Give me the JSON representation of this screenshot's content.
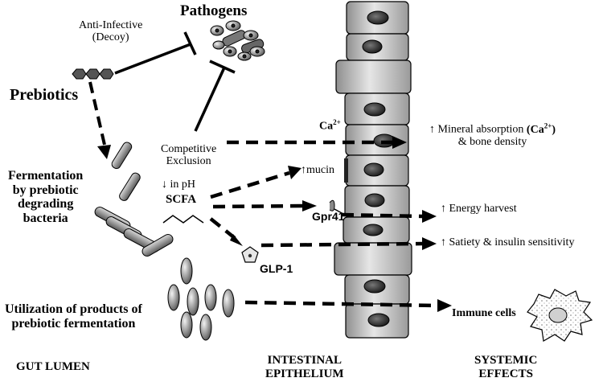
{
  "labels": {
    "pathogens": "Pathogens",
    "anti_infective": "Anti-Infective",
    "decoy": "(Decoy)",
    "prebiotics": "Prebiotics",
    "fermentation": [
      "Fermentation",
      "by prebiotic",
      "degrading",
      "bacteria"
    ],
    "competitive": "Competitive",
    "exclusion": "Exclusion",
    "ph": "↓ in pH",
    "scfa": "SCFA",
    "glp1": "GLP-1",
    "utilization": [
      "Utilization of products of",
      "prebiotic fermentation"
    ],
    "gut_lumen": "GUT LUMEN",
    "intestinal": "INTESTINAL",
    "epithelium": "EPITHELIUM",
    "systemic": "SYSTEMIC",
    "effects": "EFFECTS",
    "ca_base": "Ca",
    "ca_sup": "2+",
    "mucin": "↑mucin",
    "gpr41": "Gpr41",
    "mineral_prefix": "↑ Mineral absorption ",
    "mineral_ca": "(Ca",
    "mineral_ca_sup": "2+",
    "mineral_ca_close": ")",
    "bone": "& bone density",
    "energy": "↑ Energy harvest",
    "satiety": "↑ Satiety & insulin sensitivity",
    "immune": "Immune cells"
  }
}
